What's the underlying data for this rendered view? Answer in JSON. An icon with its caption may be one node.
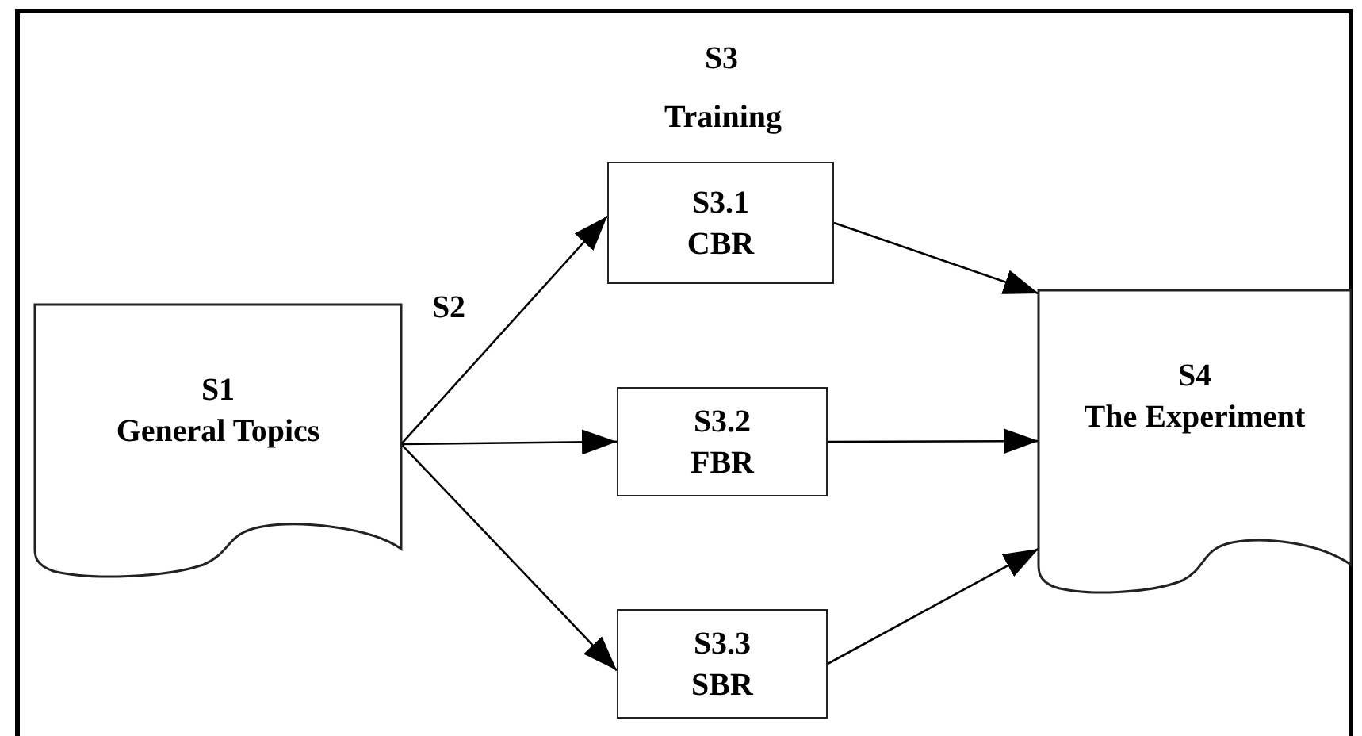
{
  "diagram": {
    "nodes": [
      {
        "text": [
          "S1",
          "General Topics"
        ]
      },
      {
        "text": [
          "S3.1",
          "CBR"
        ]
      },
      {
        "text": [
          "S3.2",
          "FBR"
        ]
      },
      {
        "text": [
          "S3.3",
          "SBR"
        ]
      },
      {
        "text": [
          "S4",
          "The Experiment"
        ]
      }
    ],
    "edges": [
      {
        "from": 0,
        "to": 1,
        "arrow": "to"
      },
      {
        "from": 0,
        "to": 2,
        "arrow": "to"
      },
      {
        "from": 0,
        "to": 3,
        "arrow": "to"
      },
      {
        "from": 1,
        "to": 4,
        "arrow": "to"
      },
      {
        "from": 2,
        "to": 4,
        "arrow": "to"
      },
      {
        "from": 3,
        "to": 4,
        "arrow": "to"
      }
    ],
    "labels": [
      "S3",
      "Training",
      "S2"
    ]
  }
}
